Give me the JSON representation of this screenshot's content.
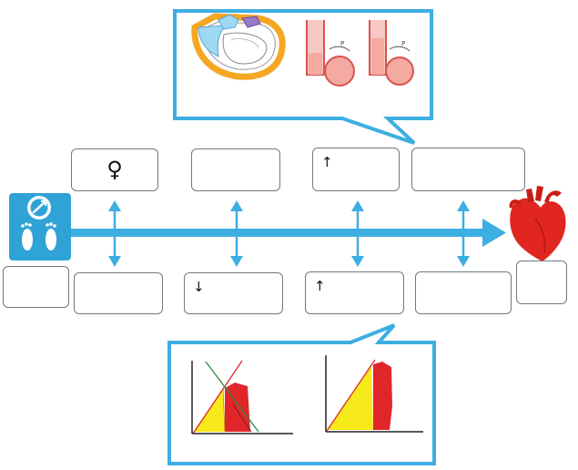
{
  "colors": {
    "accent": "#3daee2",
    "heart_red": "#e0261e",
    "fill_yellow": "#f7ea1b",
    "fill_red": "#e1262a",
    "line_green": "#2e8b3d",
    "box_border": "#6f7a82"
  },
  "icons": {
    "left": "weighing-scale-icon",
    "right": "heart-icon"
  },
  "top_boxes": [
    {
      "text": "♀"
    },
    {
      "text": ""
    },
    {
      "text": "↑"
    },
    {
      "text": ""
    }
  ],
  "bottom_boxes": [
    {
      "text": ""
    },
    {
      "text": "↓"
    },
    {
      "text": "↑"
    },
    {
      "text": ""
    }
  ],
  "end_boxes": {
    "left": "",
    "right": ""
  },
  "top_callout": {
    "panels": [
      "heart-cross-section-illustration",
      "pressure-tube-diagram-1",
      "pressure-tube-diagram-2"
    ],
    "tube_labels": [
      "P",
      "P"
    ]
  },
  "bottom_callout": {
    "panels": [
      "pressure-volume-plot-1",
      "pressure-volume-plot-2"
    ]
  }
}
